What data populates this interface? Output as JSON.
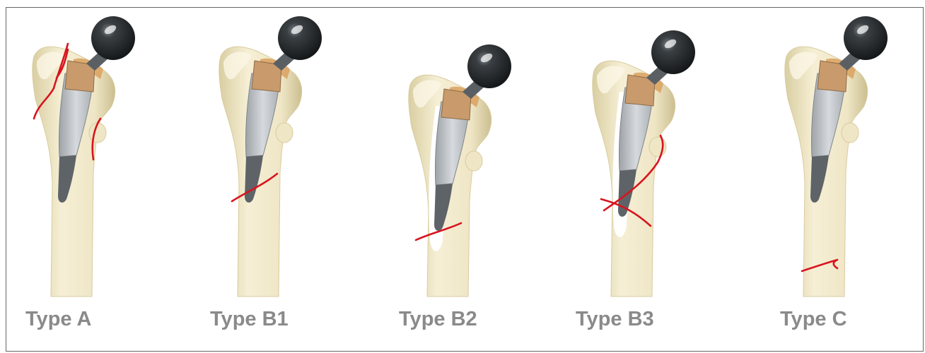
{
  "figure": {
    "panels": [
      {
        "id": "type-a",
        "label": "Type A"
      },
      {
        "id": "type-b1",
        "label": "Type B1"
      },
      {
        "id": "type-b2",
        "label": "Type B2"
      },
      {
        "id": "type-b3",
        "label": "Type B3"
      },
      {
        "id": "type-c",
        "label": "Type C"
      }
    ],
    "colors": {
      "bone": "#efe6c6",
      "bone_shadow": "#d8cc9f",
      "bone_highlight": "#fbf6e6",
      "fracture_line": "#d8141e",
      "stem_collar": "#c89a6c",
      "stem_body": "#c3c7cc",
      "stem_tip": "#5e6368",
      "head": "#2a2e31",
      "label_text": "#8a8a8a",
      "border": "#666666"
    }
  }
}
